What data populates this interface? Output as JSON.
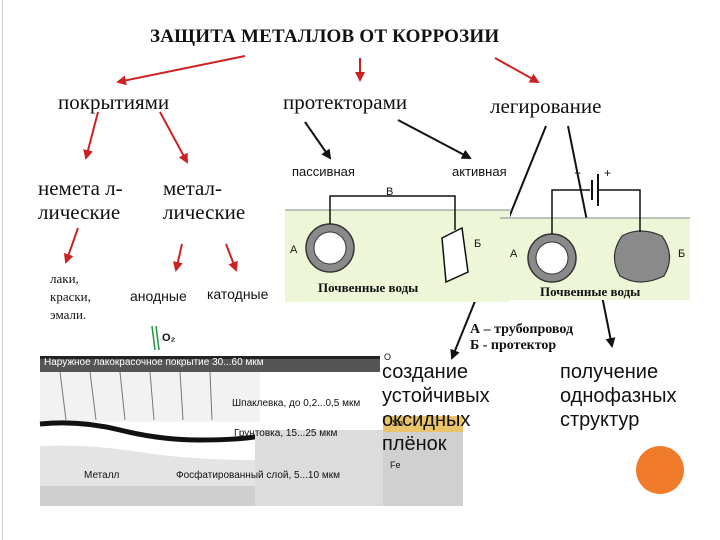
{
  "title": "ЗАЩИТА МЕТАЛЛОВ ОТ КОРРОЗИИ",
  "methods": {
    "coatings": "покрытиями",
    "protectors": "протекторами",
    "alloying": "легирование"
  },
  "coating_types": {
    "nonmetal": [
      "немета л-",
      "лические"
    ],
    "metal": [
      "метал-",
      "лические"
    ]
  },
  "nonmetal_examples": [
    "лаки,",
    "краски,",
    "эмали."
  ],
  "metal_kinds": {
    "anodic": "анодные",
    "cathodic": "катодные"
  },
  "protection_modes": {
    "passive": "пассивная",
    "active": "активная"
  },
  "scheme_labels": {
    "A": "А",
    "B": "Б",
    "V": "В",
    "minus": "−",
    "plus": "+",
    "soil_water": "Почвенные воды"
  },
  "legend": {
    "a": "А – трубопровод",
    "b": "Б - протектор"
  },
  "layers": {
    "o2": "O₂",
    "outer": "Наружное лакокрасочное покрытие 30...60 мкм",
    "putty": "Шпаклевка, до 0,2...0,5 мкм",
    "primer": "Грунтовка, 15...25 мкм",
    "metal": "Металл",
    "phosphate": "Фосфатированный слой, 5...10 мкм"
  },
  "tin_labels": {
    "o": "O",
    "sn": "Sn",
    "fe": "Fe"
  },
  "results": {
    "oxide": [
      "создание",
      "устойчивых",
      "оксидных",
      "плёнок"
    ],
    "single_phase": [
      "получение",
      "однофазных",
      "структур"
    ]
  },
  "colors": {
    "arrow_red": "#cc2222",
    "soil_green": "#eef6d8",
    "pipe_gray": "#8a8a8a",
    "accent_orange": "#f07b2b"
  }
}
